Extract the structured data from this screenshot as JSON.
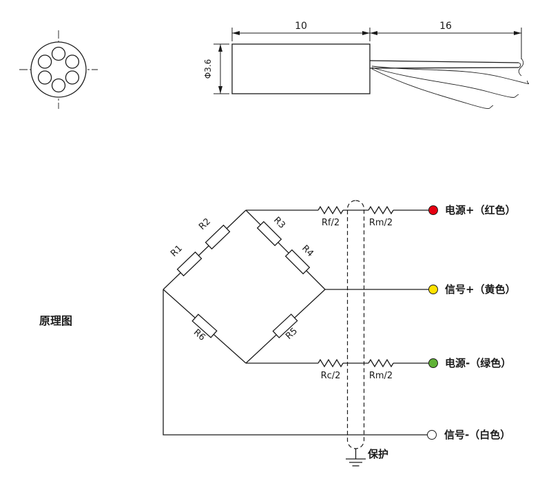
{
  "dimensions": {
    "body_length": "10",
    "cable_length": "16",
    "diameter": "Φ3.6"
  },
  "schematic": {
    "title": "原理图",
    "r1": "R1",
    "r2": "R2",
    "r3": "R3",
    "r4": "R4",
    "r5": "R5",
    "r6": "R6",
    "rf2": "Rf/2",
    "rm2_top": "Rm/2",
    "rc2": "Rc/2",
    "rm2_bottom": "Rm/2",
    "shield_label": "保护",
    "terminals": {
      "power_plus": {
        "label": "电源+（红色）",
        "color": "#e60012"
      },
      "signal_plus": {
        "label": "信号+（黄色）",
        "color": "#ffe200"
      },
      "power_minus": {
        "label": "电源-（绿色）",
        "color": "#5fb236"
      },
      "signal_minus": {
        "label": "信号-（白色）",
        "color": "#ffffff"
      }
    }
  },
  "colors": {
    "ink": "#1a1a1a",
    "background": "#ffffff"
  }
}
